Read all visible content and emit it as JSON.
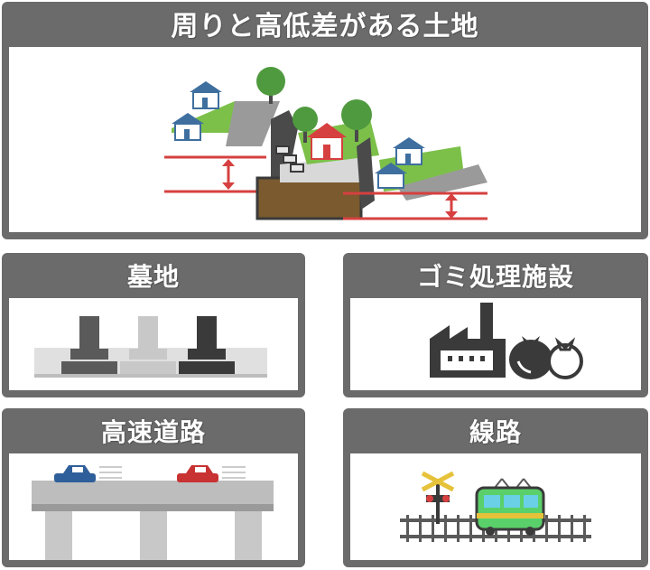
{
  "cards": {
    "elevation": {
      "title": "周りと高低差がある土地"
    },
    "cemetery": {
      "title": "墓地"
    },
    "waste": {
      "title": "ゴミ処理施設"
    },
    "highway": {
      "title": "高速道路"
    },
    "railway": {
      "title": "線路"
    }
  },
  "colors": {
    "frame": "#6b6b6b",
    "accent_red": "#d64040",
    "grass": "#7cc04a",
    "soil": "#7a5a2e",
    "tree": "#4f9a3f",
    "house_roof": "#3f6f9f",
    "car_blue": "#2f5f9a",
    "car_red": "#c83232",
    "train": "#5ad06a"
  },
  "icons": [
    "house-icon",
    "tree-icon",
    "gravestone-icon",
    "factory-icon",
    "garbage-bag-icon",
    "car-icon",
    "train-icon",
    "railroad-crossing-icon"
  ]
}
